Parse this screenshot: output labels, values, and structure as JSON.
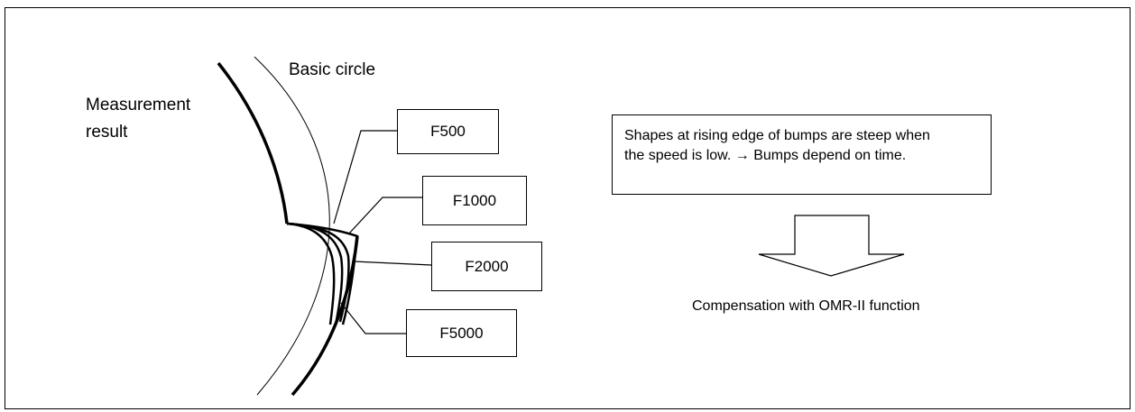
{
  "labels": {
    "basic_circle": "Basic circle",
    "measurement_line1": "Measurement",
    "measurement_line2": "result"
  },
  "feed_boxes": [
    "F500",
    "F1000",
    "F2000",
    "F5000"
  ],
  "note": {
    "line1": "Shapes at rising edge of bumps are steep when",
    "line2": "the speed is low. → Bumps depend on time."
  },
  "compensation": "Compensation with OMR-II function"
}
